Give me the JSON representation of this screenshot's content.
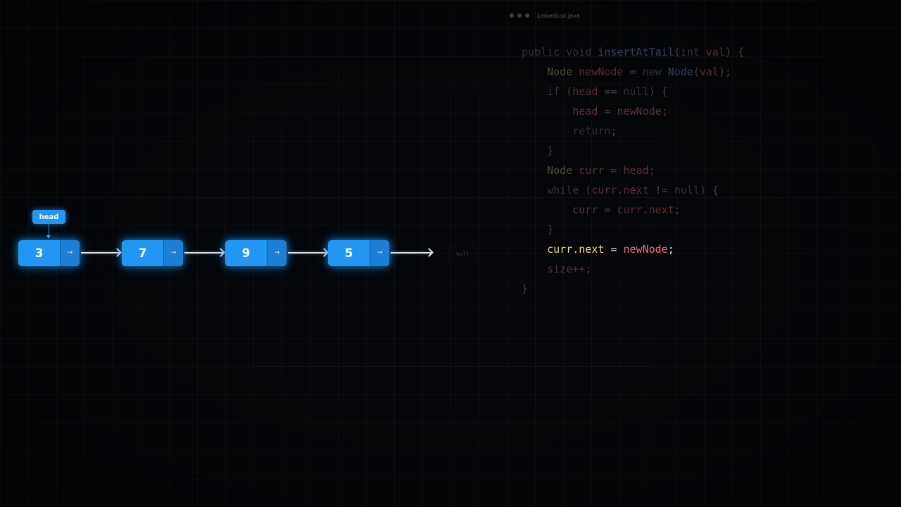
{
  "window": {
    "title": "LinkedList.java",
    "dots": [
      "window-dot",
      "window-dot",
      "window-dot"
    ]
  },
  "diagram": {
    "head_label": "head",
    "nodes": [
      {
        "value": "3"
      },
      {
        "value": "7"
      },
      {
        "value": "9"
      },
      {
        "value": "5"
      }
    ],
    "pointer_glyph": "→",
    "tail_label": "null",
    "colors": {
      "node": "#2196f3",
      "pointer_cell": "#1b7fd6",
      "link": "#dde3ea"
    }
  },
  "code": {
    "language": "java",
    "highlighted_line": 11,
    "lines": [
      {
        "indent": "",
        "tokens": [
          [
            "kw",
            "public"
          ],
          [
            "plain",
            " "
          ],
          [
            "kw",
            "void"
          ],
          [
            "plain",
            " "
          ],
          [
            "fn",
            "insertAtTail"
          ],
          [
            "punc",
            "("
          ],
          [
            "kw",
            "int"
          ],
          [
            "plain",
            " "
          ],
          [
            "var",
            "val"
          ],
          [
            "punc",
            ")"
          ],
          [
            "plain",
            " "
          ],
          [
            "punc",
            "{"
          ]
        ]
      },
      {
        "indent": "    ",
        "tokens": [
          [
            "ty",
            "Node"
          ],
          [
            "plain",
            " "
          ],
          [
            "var",
            "newNode"
          ],
          [
            "plain",
            " = "
          ],
          [
            "kw",
            "new"
          ],
          [
            "plain",
            " "
          ],
          [
            "fn",
            "Node"
          ],
          [
            "punc",
            "("
          ],
          [
            "var",
            "val"
          ],
          [
            "punc",
            ");"
          ]
        ]
      },
      {
        "indent": "    ",
        "tokens": [
          [
            "kw",
            "if"
          ],
          [
            "plain",
            " "
          ],
          [
            "punc",
            "("
          ],
          [
            "var",
            "head"
          ],
          [
            "plain",
            " == "
          ],
          [
            "kw",
            "null"
          ],
          [
            "punc",
            ")"
          ],
          [
            "plain",
            " "
          ],
          [
            "punc",
            "{"
          ]
        ]
      },
      {
        "indent": "        ",
        "tokens": [
          [
            "var",
            "head"
          ],
          [
            "plain",
            " = "
          ],
          [
            "var",
            "newNode"
          ],
          [
            "punc",
            ";"
          ]
        ]
      },
      {
        "indent": "        ",
        "tokens": [
          [
            "kw",
            "return"
          ],
          [
            "punc",
            ";"
          ]
        ]
      },
      {
        "indent": "    ",
        "tokens": [
          [
            "punc",
            "}"
          ]
        ]
      },
      {
        "indent": "    ",
        "tokens": [
          [
            "ty",
            "Node"
          ],
          [
            "plain",
            " "
          ],
          [
            "var",
            "curr"
          ],
          [
            "plain",
            " = "
          ],
          [
            "var",
            "head"
          ],
          [
            "punc",
            ";"
          ]
        ]
      },
      {
        "indent": "    ",
        "tokens": [
          [
            "kw",
            "while"
          ],
          [
            "plain",
            " "
          ],
          [
            "punc",
            "("
          ],
          [
            "var",
            "curr"
          ],
          [
            "plain",
            "."
          ],
          [
            "var",
            "next"
          ],
          [
            "plain",
            " != "
          ],
          [
            "kw",
            "null"
          ],
          [
            "punc",
            ")"
          ],
          [
            "plain",
            " "
          ],
          [
            "punc",
            "{"
          ]
        ]
      },
      {
        "indent": "        ",
        "tokens": [
          [
            "var",
            "curr"
          ],
          [
            "plain",
            " = "
          ],
          [
            "var",
            "curr"
          ],
          [
            "plain",
            "."
          ],
          [
            "var",
            "next"
          ],
          [
            "punc",
            ";"
          ]
        ]
      },
      {
        "indent": "    ",
        "tokens": [
          [
            "punc",
            "}"
          ]
        ]
      },
      {
        "indent": "    ",
        "tokens": [
          [
            "hl-yellow",
            "curr.next"
          ],
          [
            "hl-plain",
            " = "
          ],
          [
            "hl-red",
            "newNode"
          ],
          [
            "hl-plain",
            ";"
          ]
        ]
      },
      {
        "indent": "    ",
        "tokens": [
          [
            "var",
            "size++"
          ],
          [
            "punc",
            ";"
          ]
        ]
      },
      {
        "indent": "",
        "tokens": [
          [
            "punc",
            "}"
          ]
        ]
      }
    ]
  }
}
